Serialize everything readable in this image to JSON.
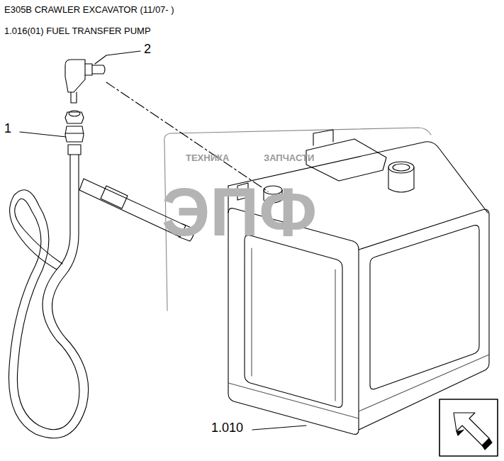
{
  "diagram": {
    "title": "E305B CRAWLER EXCAVATOR (11/07- )",
    "labels": [
      "1.016(01) FUEL TRANSFER PUMP",
      "2",
      "1",
      "1.010",
      "ТЕХНИКА",
      "ЗАПЧАСТИ",
      "ЭПФ"
    ]
  }
}
